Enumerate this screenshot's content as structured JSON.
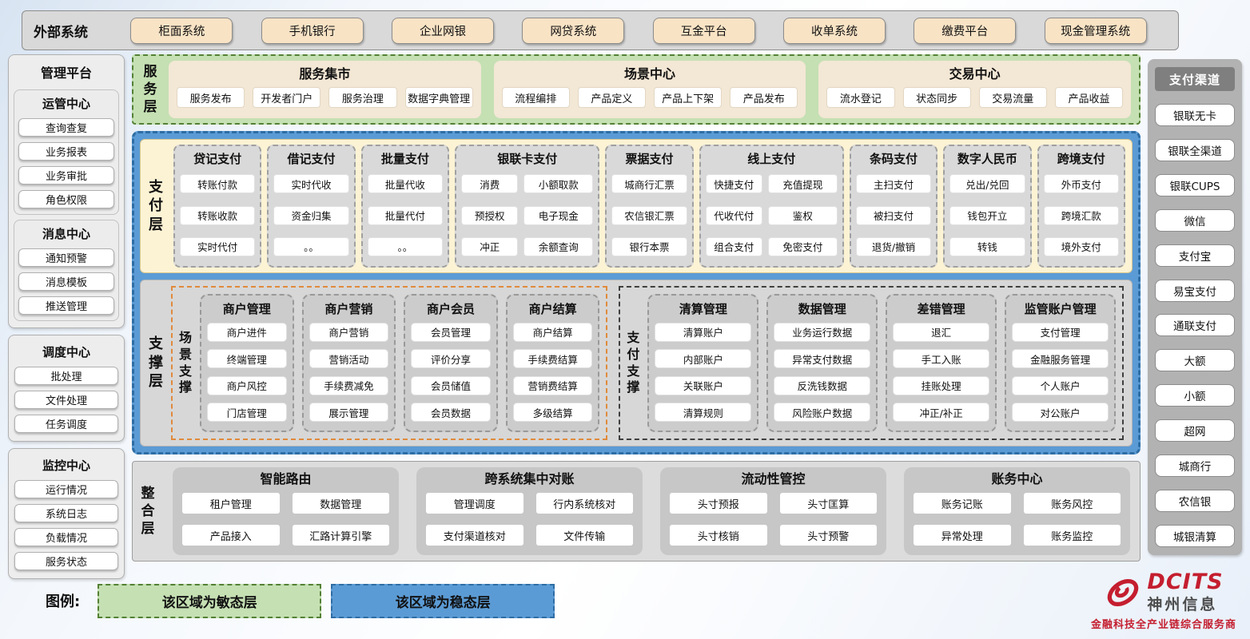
{
  "external": {
    "label": "外部系统",
    "systems": [
      "柜面系统",
      "手机银行",
      "企业网银",
      "网贷系统",
      "互金平台",
      "收单系统",
      "缴费平台",
      "现金管理系统"
    ]
  },
  "management": {
    "title": "管理平台",
    "groups": [
      {
        "title": "运管中心",
        "items": [
          "查询查复",
          "业务报表",
          "业务审批",
          "角色权限"
        ]
      },
      {
        "title": "消息中心",
        "items": [
          "通知预警",
          "消息模板",
          "推送管理"
        ]
      },
      {
        "title": "调度中心",
        "items": [
          "批处理",
          "文件处理",
          "任务调度"
        ]
      },
      {
        "title": "监控中心",
        "items": [
          "运行情况",
          "系统日志",
          "负载情况",
          "服务状态"
        ]
      }
    ]
  },
  "service_layer": {
    "label": "服务层",
    "panels": [
      {
        "title": "服务集市",
        "items": [
          "服务发布",
          "开发者门户",
          "服务治理",
          "数据字典管理"
        ]
      },
      {
        "title": "场景中心",
        "items": [
          "流程编排",
          "产品定义",
          "产品上下架",
          "产品发布"
        ]
      },
      {
        "title": "交易中心",
        "items": [
          "流水登记",
          "状态同步",
          "交易流量",
          "产品收益"
        ]
      }
    ]
  },
  "payment_layer": {
    "label": "支付层",
    "columns": [
      {
        "title": "贷记支付",
        "cols": 1,
        "items": [
          "转账付款",
          "转账收款",
          "实时代付"
        ]
      },
      {
        "title": "借记支付",
        "cols": 1,
        "items": [
          "实时代收",
          "资金归集",
          "。。"
        ]
      },
      {
        "title": "批量支付",
        "cols": 1,
        "items": [
          "批量代收",
          "批量代付",
          "。。"
        ]
      },
      {
        "title": "银联卡支付",
        "cols": 2,
        "items": [
          "消费",
          "小额取款",
          "预授权",
          "电子现金",
          "冲正",
          "余额查询"
        ]
      },
      {
        "title": "票据支付",
        "cols": 1,
        "items": [
          "城商行汇票",
          "农信银汇票",
          "银行本票"
        ]
      },
      {
        "title": "线上支付",
        "cols": 2,
        "items": [
          "快捷支付",
          "充值提现",
          "代收代付",
          "鉴权",
          "组合支付",
          "免密支付"
        ]
      },
      {
        "title": "条码支付",
        "cols": 1,
        "items": [
          "主扫支付",
          "被扫支付",
          "退货/撤销"
        ]
      },
      {
        "title": "数字人民币",
        "cols": 1,
        "items": [
          "兑出/兑回",
          "钱包开立",
          "转钱"
        ]
      },
      {
        "title": "跨境支付",
        "cols": 1,
        "items": [
          "外币支付",
          "跨境汇款",
          "境外支付"
        ]
      }
    ]
  },
  "support_layer": {
    "label": "支撑层",
    "sections": [
      {
        "label": "场景支撑",
        "columns": [
          {
            "title": "商户管理",
            "items": [
              "商户进件",
              "终端管理",
              "商户风控",
              "门店管理"
            ]
          },
          {
            "title": "商户营销",
            "items": [
              "商户营销",
              "营销活动",
              "手续费减免",
              "展示管理"
            ]
          },
          {
            "title": "商户会员",
            "items": [
              "会员管理",
              "评价分享",
              "会员储值",
              "会员数据"
            ]
          },
          {
            "title": "商户结算",
            "items": [
              "商户结算",
              "手续费结算",
              "营销费结算",
              "多级结算"
            ]
          }
        ]
      },
      {
        "label": "支付支撑",
        "columns": [
          {
            "title": "清算管理",
            "items": [
              "清算账户",
              "内部账户",
              "关联账户",
              "清算规则"
            ]
          },
          {
            "title": "数据管理",
            "items": [
              "业务运行数据",
              "异常支付数据",
              "反洗钱数据",
              "风险账户数据"
            ]
          },
          {
            "title": "差错管理",
            "items": [
              "退汇",
              "手工入账",
              "挂账处理",
              "冲正/补正"
            ]
          },
          {
            "title": "监管账户管理",
            "items": [
              "支付管理",
              "金融服务管理",
              "个人账户",
              "对公账户"
            ]
          }
        ]
      }
    ]
  },
  "integration_layer": {
    "label": "整合层",
    "panels": [
      {
        "title": "智能路由",
        "items": [
          "租户管理",
          "数据管理",
          "产品接入",
          "汇路计算引擎"
        ]
      },
      {
        "title": "跨系统集中对账",
        "items": [
          "管理调度",
          "行内系统核对",
          "支付渠道核对",
          "文件传输"
        ]
      },
      {
        "title": "流动性管控",
        "items": [
          "头寸预报",
          "头寸匡算",
          "头寸核销",
          "头寸预警"
        ]
      },
      {
        "title": "账务中心",
        "items": [
          "账务记账",
          "账务风控",
          "异常处理",
          "账务监控"
        ]
      }
    ]
  },
  "channels": {
    "title": "支付渠道",
    "items": [
      "银联无卡",
      "银联全渠道",
      "银联CUPS",
      "微信",
      "支付宝",
      "易宝支付",
      "通联支付",
      "大额",
      "小额",
      "超网",
      "城商行",
      "农信银",
      "城银清算"
    ]
  },
  "legend": {
    "label": "图例:",
    "agile": "该区域为敏态层",
    "stable": "该区域为稳态层"
  },
  "logo": {
    "brand": "DCITS",
    "company": "神州信息",
    "tagline": "金融科技全产业链综合服务商"
  },
  "colors": {
    "agile_green": "#c5e0b3",
    "agile_green_border": "#538135",
    "stable_blue": "#5b9bd5",
    "stable_blue_border": "#2e6da4",
    "cream_panel": "#f3e7d5",
    "payment_cream": "#fcf3d4",
    "external_button_tan": "#f8e3c5",
    "gray_panel": "#d9d9d9",
    "scene_support_border_orange": "#e08a3c",
    "payment_support_border_dark": "#3f3f3f",
    "brand_red": "#c41e2f"
  }
}
